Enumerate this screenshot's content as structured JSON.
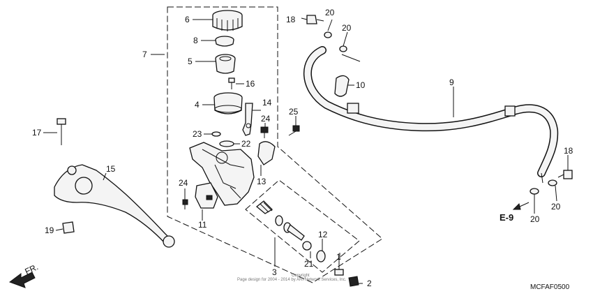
{
  "callouts": [
    {
      "id": "c6",
      "text": "6"
    },
    {
      "id": "c8",
      "text": "8"
    },
    {
      "id": "c5",
      "text": "5"
    },
    {
      "id": "c7",
      "text": "7"
    },
    {
      "id": "c16",
      "text": "16"
    },
    {
      "id": "c4",
      "text": "4"
    },
    {
      "id": "c14",
      "text": "14"
    },
    {
      "id": "c24a",
      "text": "24"
    },
    {
      "id": "c23",
      "text": "23"
    },
    {
      "id": "c22",
      "text": "22"
    },
    {
      "id": "c25",
      "text": "25"
    },
    {
      "id": "c13",
      "text": "13"
    },
    {
      "id": "c17",
      "text": "17"
    },
    {
      "id": "c15",
      "text": "15"
    },
    {
      "id": "c24b",
      "text": "24"
    },
    {
      "id": "c11",
      "text": "11"
    },
    {
      "id": "c19",
      "text": "19"
    },
    {
      "id": "c12",
      "text": "12"
    },
    {
      "id": "c21",
      "text": "21"
    },
    {
      "id": "c3",
      "text": "3"
    },
    {
      "id": "c1",
      "text": "1"
    },
    {
      "id": "c2",
      "text": "2"
    },
    {
      "id": "c18a",
      "text": "18"
    },
    {
      "id": "c20a",
      "text": "20"
    },
    {
      "id": "c20b",
      "text": "20"
    },
    {
      "id": "c10",
      "text": "10"
    },
    {
      "id": "c9",
      "text": "9"
    },
    {
      "id": "c18b",
      "text": "18"
    },
    {
      "id": "c20c",
      "text": "20"
    },
    {
      "id": "c20d",
      "text": "20"
    }
  ],
  "front_arrow_label": "FR.",
  "reference_label": "E-9",
  "diagram_code": "MCFAF0500",
  "copyright_line1": "Copyright",
  "copyright_line2": "Page design for 2004 - 2014 by ARI Network Services, Inc.",
  "colors": {
    "ink": "#111111",
    "paper": "#ffffff"
  }
}
